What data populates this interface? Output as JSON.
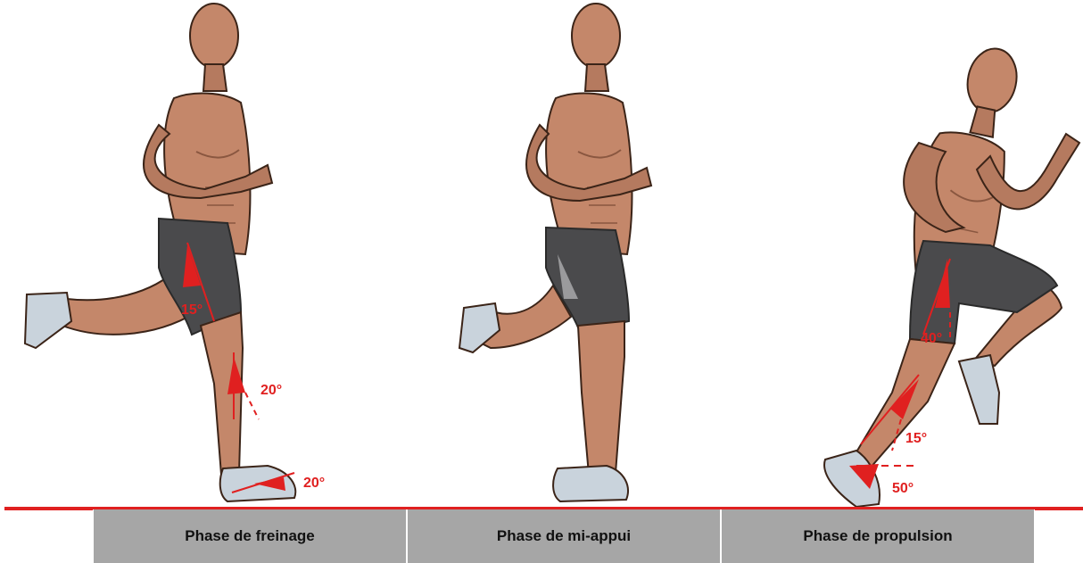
{
  "colors": {
    "accent_red": "#e02020",
    "phase_bar_gray": "#a6a6a6",
    "skin": "#c4876a",
    "skin_shadow": "#9a6249",
    "shorts": "#4a4a4c",
    "shoe": "#c9d3dc",
    "shoe_accent": "#5e8aa8"
  },
  "phases": [
    {
      "label": "Phase de freinage",
      "angles": {
        "hip": "15°",
        "knee": "20°",
        "ankle": "20°"
      }
    },
    {
      "label": "Phase de mi-appui",
      "angles": {}
    },
    {
      "label": "Phase de propulsion",
      "angles": {
        "hip": "40°",
        "knee": "15°",
        "ankle": "50°"
      }
    }
  ]
}
